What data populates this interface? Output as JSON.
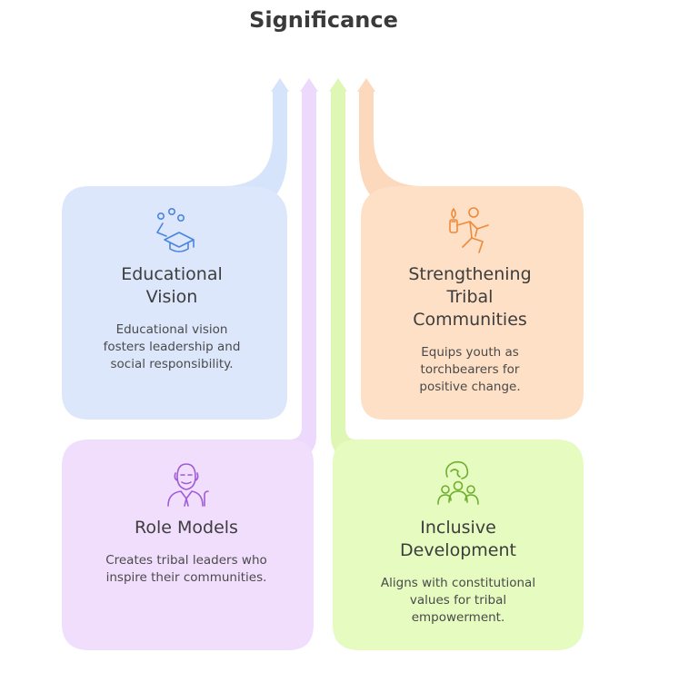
{
  "title": "Significance",
  "colors": {
    "blue": "#dce7fc",
    "purple": "#f1defd",
    "green": "#e6fbbf",
    "orange": "#fde0c6",
    "blue_arrow": "#d6e4fb",
    "purple_arrow": "#edd9fb",
    "green_arrow": "#dff7b5",
    "orange_arrow": "#fcd9bc"
  },
  "cards": [
    {
      "key": "educational",
      "heading": "Educational\nVision",
      "description": "Educational vision\nfosters leadership and\nsocial responsibility.",
      "icon": "students-graduation-cap-icon",
      "color": "#dce7fc",
      "icon_color": "#4a84e0"
    },
    {
      "key": "strengthening",
      "heading": "Strengthening\nTribal\nCommunities",
      "description": "Equips youth as\ntorchbearers for\npositive change.",
      "icon": "torchbearer-icon",
      "color": "#fde0c6",
      "icon_color": "#ee8a3a"
    },
    {
      "key": "role_models",
      "heading": "Role Models",
      "description": "Creates tribal leaders who\ninspire their communities.",
      "icon": "elder-leader-icon",
      "color": "#f1defd",
      "icon_color": "#a05bd6"
    },
    {
      "key": "inclusive",
      "heading": "Inclusive\nDevelopment",
      "description": "Aligns with constitutional\nvalues for tribal\nempowerment.",
      "icon": "group-community-icon",
      "color": "#e6fbbf",
      "icon_color": "#6fae2e"
    }
  ]
}
